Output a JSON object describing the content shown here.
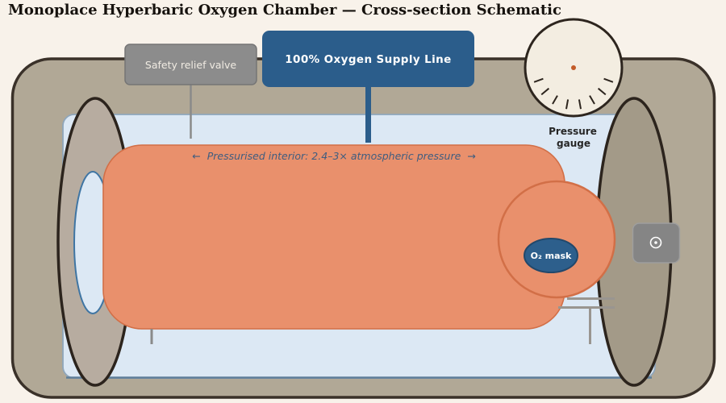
{
  "title": "Monoplace Hyperbaric Oxygen Chamber — Cross-section Schematic",
  "callouts": {
    "safety_valve": "Safety relief valve",
    "oxygen_supply": "100% Oxygen Supply Line"
  },
  "gauge": {
    "label_line1": "Pressure",
    "label_line2": "gauge"
  },
  "chamber": {
    "interior_label": "←  Pressurised interior: 2.4–3× atmospheric pressure  →"
  },
  "patient": {
    "mask_label": "O₂ mask"
  },
  "colors": {
    "background": "#f8f2ea",
    "shell_tan": "#b1a896",
    "interior_blue": "#dce8f4",
    "patient_orange": "#e9906c",
    "patient_outline": "#d26f47",
    "supply_blue": "#2b5d8b",
    "label_gray": "#8c8c8c",
    "dark_outline": "#362e24",
    "door_left": "#b7aca0",
    "door_right": "#a39a88",
    "gauge_face": "#f3ede1",
    "gauge_dot": "#c25b28",
    "tube_gray": "#999590"
  }
}
